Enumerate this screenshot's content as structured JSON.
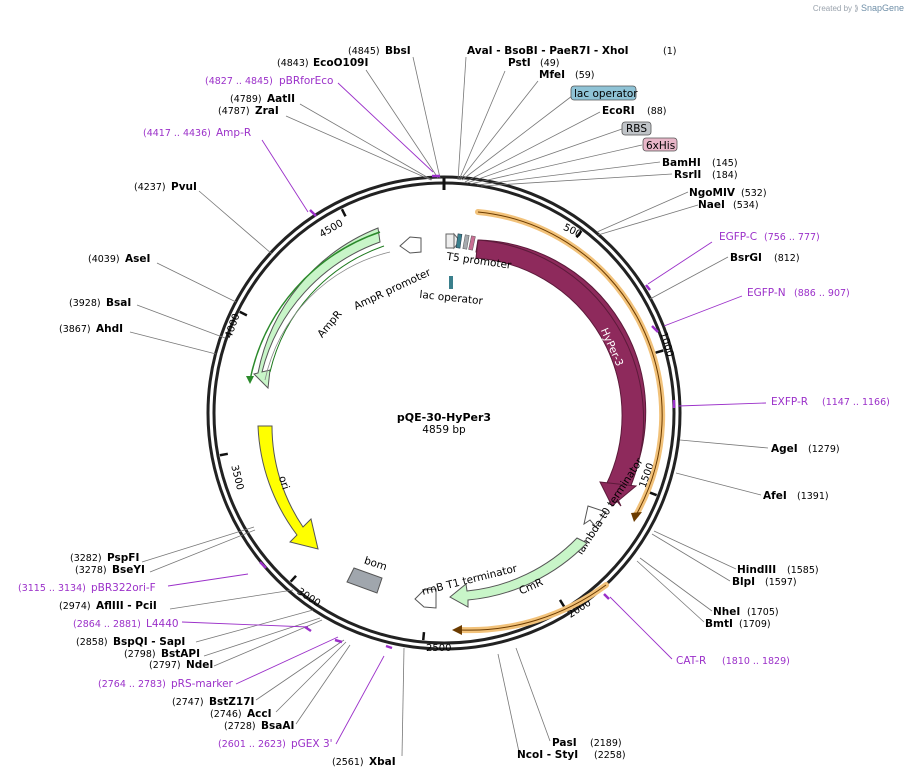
{
  "credit": {
    "created_by": "Created by",
    "brand": "SnapGene"
  },
  "plasmid": {
    "name": "pQE-30-HyPer3",
    "length_text": "4859 bp",
    "length": 4859
  },
  "ticks": [
    "500",
    "1000",
    "1500",
    "2000",
    "2500",
    "3000",
    "3500",
    "4000",
    "4500"
  ],
  "sites": [
    {
      "name": "BbsI",
      "pos": "(4845)"
    },
    {
      "name": "EcoO109I",
      "pos": "(4843)"
    },
    {
      "name": "AatII",
      "pos": "(4789)"
    },
    {
      "name": "ZraI",
      "pos": "(4787)"
    },
    {
      "name": "PvuI",
      "pos": "(4237)"
    },
    {
      "name": "AseI",
      "pos": "(4039)"
    },
    {
      "name": "BsaI",
      "pos": "(3928)"
    },
    {
      "name": "AhdI",
      "pos": "(3867)"
    },
    {
      "name": "PspFI",
      "pos": "(3282)"
    },
    {
      "name": "BseYI",
      "pos": "(3278)"
    },
    {
      "name": "AflIII  - PciI",
      "pos": "(2974)"
    },
    {
      "name": "BspQI  - SapI",
      "pos": "(2858)"
    },
    {
      "name": "BstAPI",
      "pos": "(2798)"
    },
    {
      "name": "NdeI",
      "pos": "(2797)"
    },
    {
      "name": "BstZ17I",
      "pos": "(2747)"
    },
    {
      "name": "AccI",
      "pos": "(2746)"
    },
    {
      "name": "BsaAI",
      "pos": "(2728)"
    },
    {
      "name": "XbaI",
      "pos": "(2561)"
    },
    {
      "name": "AvaI   - BsoBI   - PaeR7I   - XhoI",
      "pos": "(1)"
    },
    {
      "name": "PstI",
      "pos": "(49)"
    },
    {
      "name": "MfeI",
      "pos": "(59)"
    },
    {
      "name": "EcoRI",
      "pos": "(88)"
    },
    {
      "name": "BamHI",
      "pos": "(145)"
    },
    {
      "name": "RsrII",
      "pos": "(184)"
    },
    {
      "name": "NgoMIV",
      "pos": "(532)"
    },
    {
      "name": "NaeI",
      "pos": "(534)"
    },
    {
      "name": "BsrGI",
      "pos": "(812)"
    },
    {
      "name": "AgeI",
      "pos": "(1279)"
    },
    {
      "name": "AfeI",
      "pos": "(1391)"
    },
    {
      "name": "HindIII",
      "pos": "(1585)"
    },
    {
      "name": "BlpI",
      "pos": "(1597)"
    },
    {
      "name": "NheI",
      "pos": "(1705)"
    },
    {
      "name": "BmtI",
      "pos": "(1709)"
    },
    {
      "name": "PasI",
      "pos": "(2189)"
    },
    {
      "name": "NcoI  - StyI",
      "pos": "(2258)"
    }
  ],
  "primers": [
    {
      "name": "pBRforEco",
      "range": "(4827 .. 4845)"
    },
    {
      "name": "Amp-R",
      "range": "(4417 .. 4436)"
    },
    {
      "name": "pBR322ori-F",
      "range": "(3115 .. 3134)"
    },
    {
      "name": "L4440",
      "range": "(2864 .. 2881)"
    },
    {
      "name": "pRS-marker",
      "range": "(2764 .. 2783)"
    },
    {
      "name": "pGEX 3'",
      "range": "(2601 .. 2623)"
    },
    {
      "name": "EGFP-C",
      "range": "(756 .. 777)"
    },
    {
      "name": "EGFP-N",
      "range": "(886 .. 907)"
    },
    {
      "name": "EXFP-R",
      "range": "(1147 .. 1166)"
    },
    {
      "name": "CAT-R",
      "range": "(1810 .. 1829)"
    }
  ],
  "boxed_features": [
    {
      "name": "lac operator",
      "color": "#8fc3d6"
    },
    {
      "name": "RBS",
      "color": "#c0c4c8"
    },
    {
      "name": "6xHis",
      "color": "#e8b6c8"
    }
  ],
  "features": {
    "hyper3": "HyPer-3",
    "t5_promoter": "T5 promoter",
    "lac_operator": "lac operator",
    "lambda_t0": "lambda t0 terminator",
    "cmr": "CmR",
    "rrnb_t1": "rrnB T1 terminator",
    "bom": "bom",
    "ori": "ori",
    "ampr": "AmpR",
    "ampr_promoter": "AmpR promoter"
  },
  "colors": {
    "hyper3": "#8e2a5c",
    "cmr": "#c8f5c8",
    "ampr": "#c8f5c8",
    "ori": "#ffff00",
    "bom": "#a0a6ad",
    "primer": "#9b30c9",
    "orange_band": "#f2c27a"
  }
}
